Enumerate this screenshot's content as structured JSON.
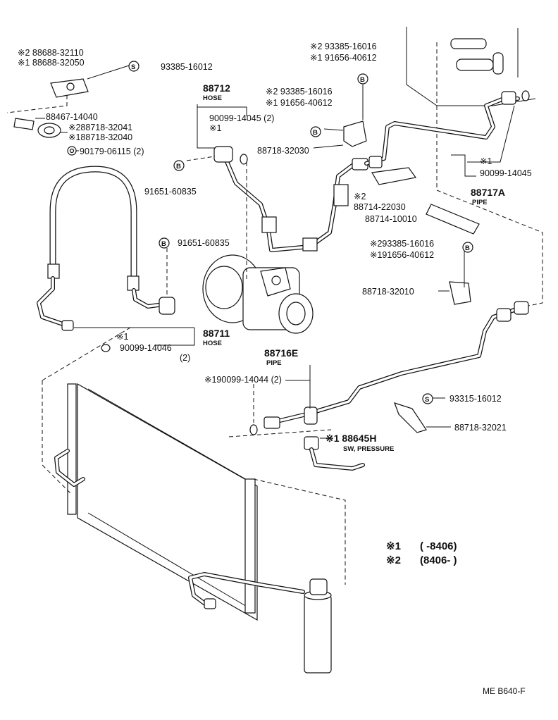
{
  "labels": {
    "p8868832110": "※2 88688-32110",
    "p8868832050": "※1 88688-32050",
    "p9338516012a": "93385-16012",
    "p8846714040": "88467-14040",
    "p8871832041": "※288718-32041",
    "p8871832040": "※188718-32040",
    "p9017906115": "90179-06115 (2)",
    "p88712": "88712",
    "p88712sub": "HOSE",
    "p9009914045a": "90099-14045 (2)",
    "p9009914045a_star": "※1",
    "p9165160835a": "91651-60835",
    "p9165160835b": "91651-60835",
    "p9338516016a": "※2 93385-16016",
    "p9165640612a": "※1 91656-40612",
    "p9338516016b": "※2 93385-16016",
    "p9165640612b": "※1 91656-40612",
    "p8871832030": "88718-32030",
    "p8871422030_star": "※2",
    "p8871422030": "88714-22030",
    "p8871410010": "88714-10010",
    "p9009914045b_star": "※1",
    "p9009914045b": "90099-14045",
    "p88717A": "88717A",
    "p88717Asub": "PIPE",
    "p9338516016c": "※293385-16016",
    "p9165640612c": "※191656-40612",
    "p8871832010": "88718-32010",
    "p88711": "88711",
    "p88711sub": "HOSE",
    "p9009914046_star": "※1",
    "p9009914046": "90099-14046",
    "p9009914046_qty": "(2)",
    "p88716E": "88716E",
    "p88716Esub": "PIPE",
    "p9009914044": "※190099-14044 (2)",
    "p9331516012": "93315-16012",
    "p8871832021": "88718-32021",
    "p88645H": "※1 88645H",
    "p88645Hsub": "SW, PRESSURE",
    "legend1_mark": "※1",
    "legend1_range": "(       -8406)",
    "legend2_mark": "※2",
    "legend2_range": "(8406-       )",
    "ref_code": "ME B640-F",
    "circle_s": "S",
    "circle_b": "B"
  }
}
